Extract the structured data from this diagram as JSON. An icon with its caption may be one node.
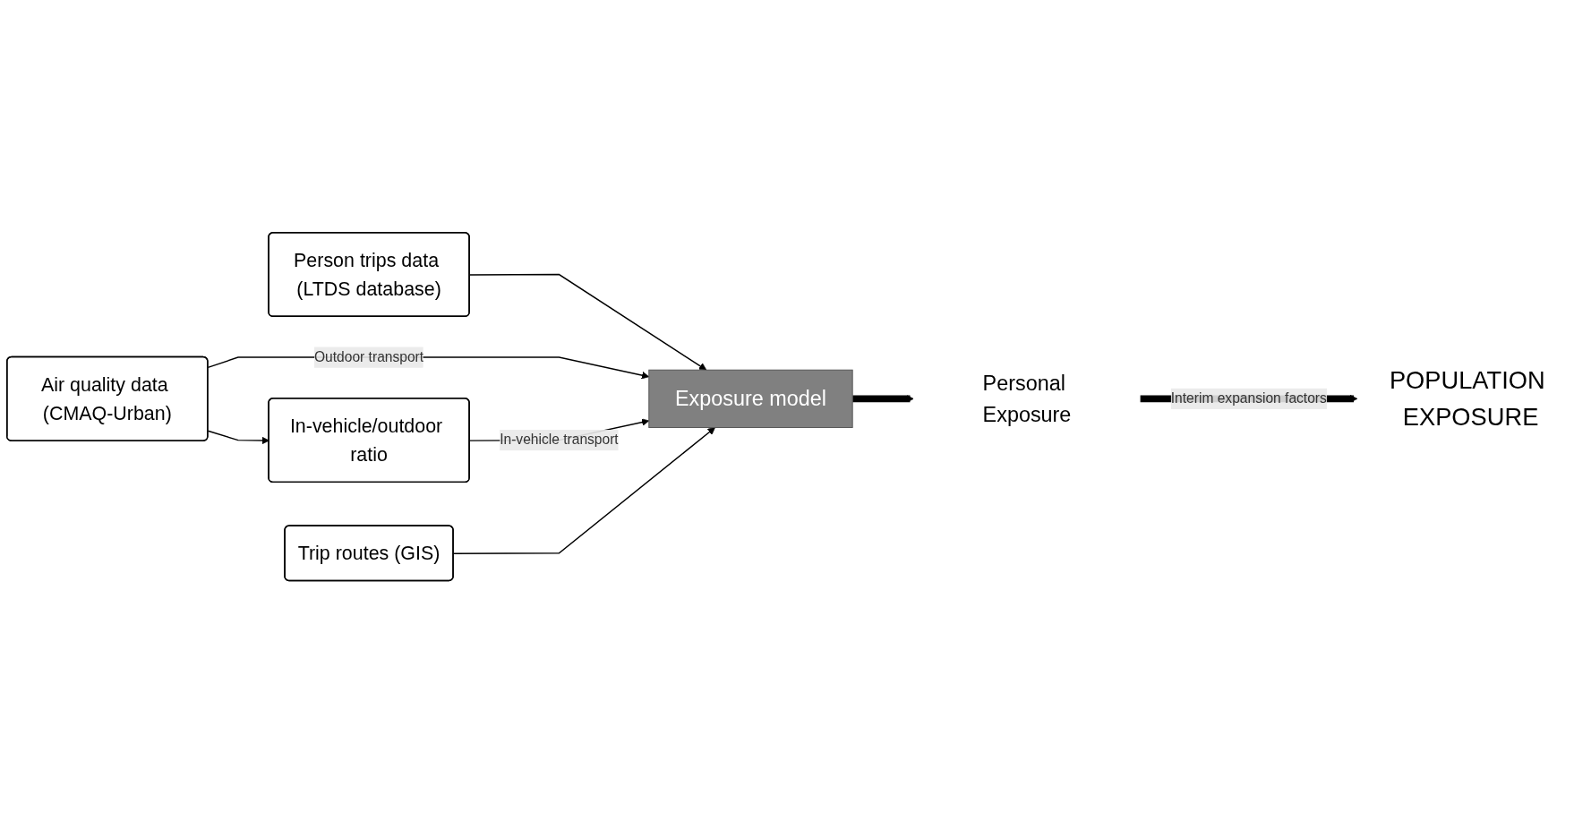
{
  "diagram": {
    "nodes": [
      {
        "text": [
          "Person trips data (LTDS database)"
        ]
      },
      {
        "text": [
          "Air quality data (CMAQ-Urban)"
        ]
      },
      {
        "text": [
          "Exposure model"
        ]
      },
      {
        "text": [
          "Trip routes (GIS)"
        ]
      },
      {
        "text": [
          "In-vehicle/outdoor ratio"
        ]
      },
      {
        "text": [
          "Personal Exposure"
        ]
      },
      {
        "text": [
          "POPULATION EXPOSURE"
        ]
      }
    ],
    "edges": [
      {
        "from": 0,
        "to": 2,
        "arrow": "to"
      },
      {
        "from": 1,
        "to": 2,
        "arrow": "to",
        "label": "Outdoor transport"
      },
      {
        "from": 1,
        "to": 4,
        "arrow": "to"
      },
      {
        "from": 4,
        "to": 2,
        "arrow": "to",
        "label": "In-vehicle transport"
      },
      {
        "from": 3,
        "to": 2,
        "arrow": "to"
      },
      {
        "from": 2,
        "to": 5,
        "arrow": "to",
        "style": "thick"
      },
      {
        "from": 5,
        "to": 6,
        "arrow": "to",
        "style": "thick",
        "label": "Interim expansion factors"
      }
    ]
  }
}
